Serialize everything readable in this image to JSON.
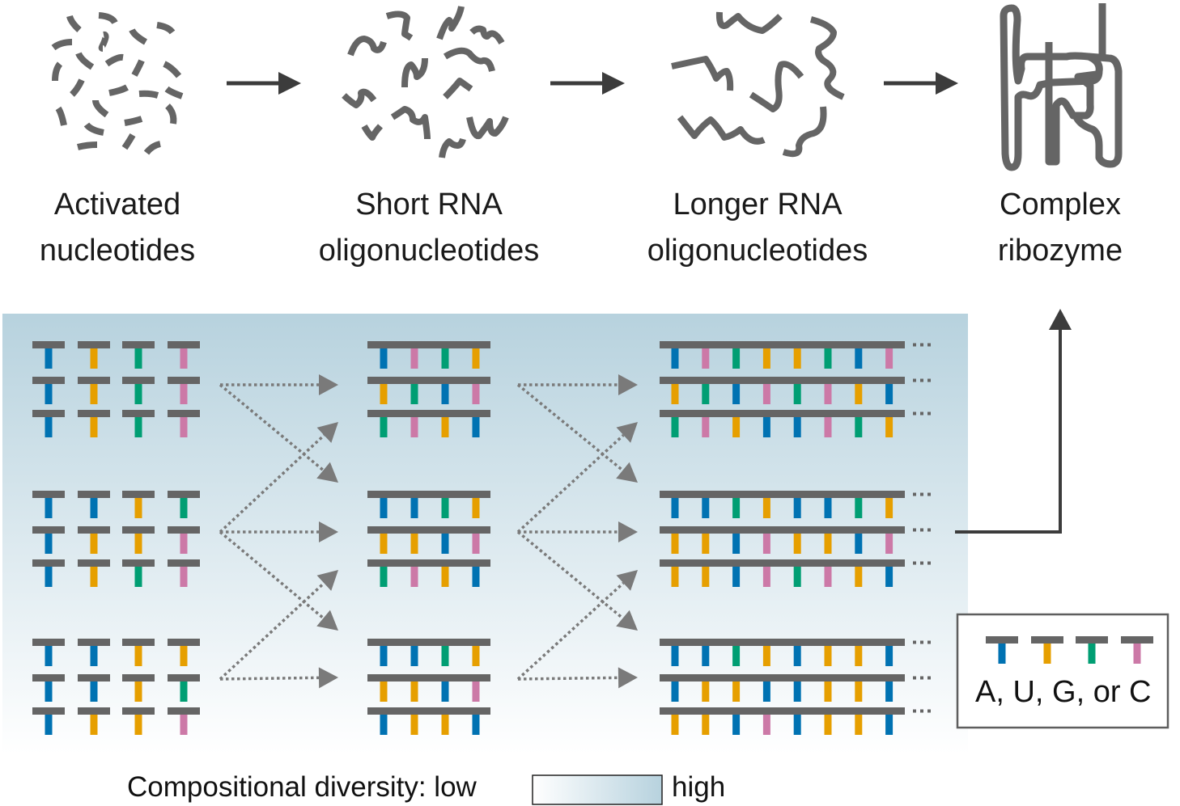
{
  "stages": [
    {
      "line1": "Activated",
      "line2": "nucleotides"
    },
    {
      "line1": "Short RNA",
      "line2": "oligonucleotides"
    },
    {
      "line1": "Longer RNA",
      "line2": "oligonucleotides"
    },
    {
      "line1": "Complex",
      "line2": "ribozyme"
    }
  ],
  "colors": {
    "A": "#0072b2",
    "U": "#e69f00",
    "G": "#009e73",
    "C": "#cc79a7",
    "backbone": "#656565",
    "arrow": "#3c3c3c",
    "dotted_arrow": "#7a7a7a",
    "diversity_high": "#b7d2de",
    "diversity_low": "#ffffff"
  },
  "monomers": [
    [
      [
        "A",
        "U",
        "G",
        "C"
      ],
      [
        "A",
        "U",
        "G",
        "C"
      ],
      [
        "A",
        "U",
        "G",
        "C"
      ]
    ],
    [
      [
        "A",
        "A",
        "U",
        "G"
      ],
      [
        "A",
        "U",
        "U",
        "C"
      ],
      [
        "A",
        "U",
        "G",
        "C"
      ]
    ],
    [
      [
        "A",
        "A",
        "U",
        "U"
      ],
      [
        "A",
        "A",
        "U",
        "G"
      ],
      [
        "A",
        "U",
        "U",
        "C"
      ]
    ]
  ],
  "short_oligos": [
    [
      [
        "A",
        "C",
        "G",
        "U"
      ],
      [
        "U",
        "G",
        "A",
        "C"
      ],
      [
        "G",
        "C",
        "U",
        "A"
      ]
    ],
    [
      [
        "A",
        "A",
        "G",
        "U"
      ],
      [
        "U",
        "U",
        "A",
        "C"
      ],
      [
        "G",
        "C",
        "U",
        "A"
      ]
    ],
    [
      [
        "A",
        "A",
        "G",
        "U"
      ],
      [
        "U",
        "U",
        "A",
        "C"
      ],
      [
        "A",
        "U",
        "U",
        "A"
      ]
    ]
  ],
  "long_oligos": [
    [
      [
        "A",
        "C",
        "G",
        "U",
        "U",
        "G",
        "A",
        "C"
      ],
      [
        "U",
        "G",
        "A",
        "C",
        "G",
        "C",
        "U",
        "A"
      ],
      [
        "G",
        "C",
        "U",
        "A",
        "A",
        "C",
        "G",
        "U"
      ]
    ],
    [
      [
        "A",
        "A",
        "G",
        "U",
        "A",
        "A",
        "G",
        "U"
      ],
      [
        "U",
        "U",
        "A",
        "C",
        "U",
        "U",
        "A",
        "C"
      ],
      [
        "U",
        "U",
        "A",
        "C",
        "G",
        "C",
        "U",
        "A"
      ]
    ],
    [
      [
        "A",
        "A",
        "G",
        "U",
        "A",
        "U",
        "U",
        "A"
      ],
      [
        "A",
        "U",
        "U",
        "A",
        "A",
        "U",
        "U",
        "A"
      ],
      [
        "U",
        "U",
        "A",
        "C",
        "A",
        "U",
        "U",
        "A"
      ]
    ]
  ],
  "continuation": "...",
  "key": {
    "bases": [
      "A",
      "U",
      "G",
      "C"
    ],
    "label": "A, U, G, or C"
  },
  "legend": {
    "title": "Compositional diversity: low",
    "high_label": "high"
  }
}
